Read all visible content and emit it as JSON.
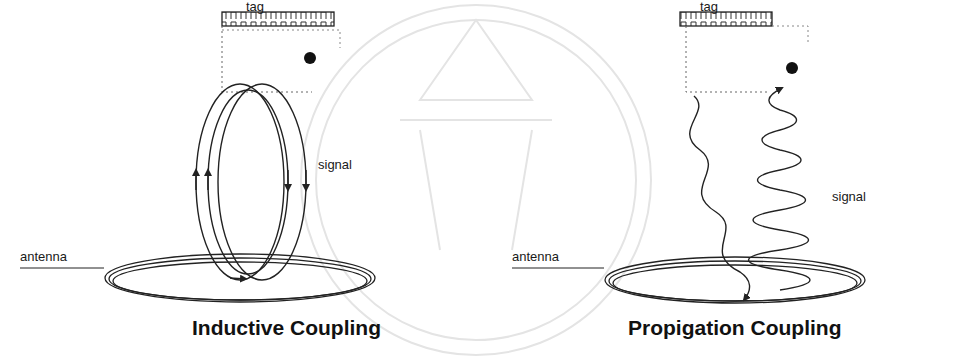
{
  "diagram": {
    "labels": [
      "tag",
      "signal",
      "antenna",
      "Inductive Coupling",
      "tag",
      "signal",
      "antenna",
      "Propigation Coupling"
    ]
  }
}
